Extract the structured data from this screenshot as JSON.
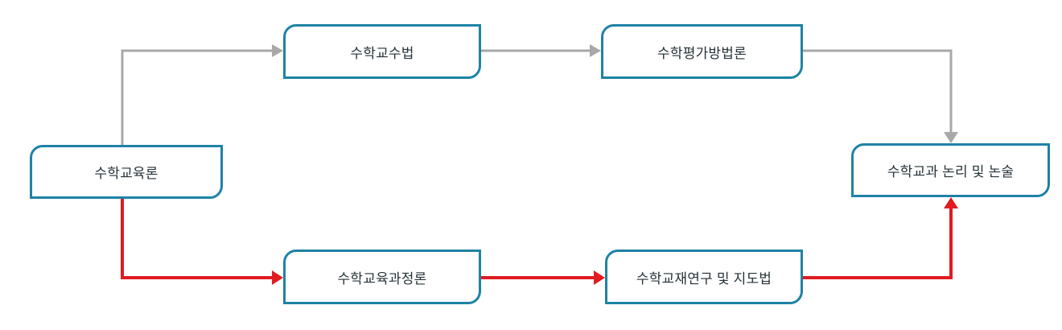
{
  "diagram": {
    "nodes": {
      "left": {
        "label": "수학교육론"
      },
      "top1": {
        "label": "수학교수법"
      },
      "top2": {
        "label": "수학평가방법론"
      },
      "right": {
        "label": "수학교과 논리 및 논술"
      },
      "bottom1": {
        "label": "수학교육과정론"
      },
      "bottom2": {
        "label": "수학교재연구 및 지도법"
      }
    },
    "edges": [
      {
        "from": "수학교육론",
        "to": "수학교수법",
        "color": "gray"
      },
      {
        "from": "수학교수법",
        "to": "수학평가방법론",
        "color": "gray"
      },
      {
        "from": "수학평가방법론",
        "to": "수학교과 논리 및 논술",
        "color": "gray"
      },
      {
        "from": "수학교육론",
        "to": "수학교육과정론",
        "color": "red"
      },
      {
        "from": "수학교육과정론",
        "to": "수학교재연구 및 지도법",
        "color": "red"
      },
      {
        "from": "수학교재연구 및 지도법",
        "to": "수학교과 논리 및 논술",
        "color": "red"
      }
    ]
  },
  "theme": {
    "colors": {
      "node-border": "#1e82a6",
      "edge-gray": "#a8a8a8",
      "edge-red": "#e01b22",
      "text": "#263238",
      "bg": "#ffffff"
    }
  }
}
